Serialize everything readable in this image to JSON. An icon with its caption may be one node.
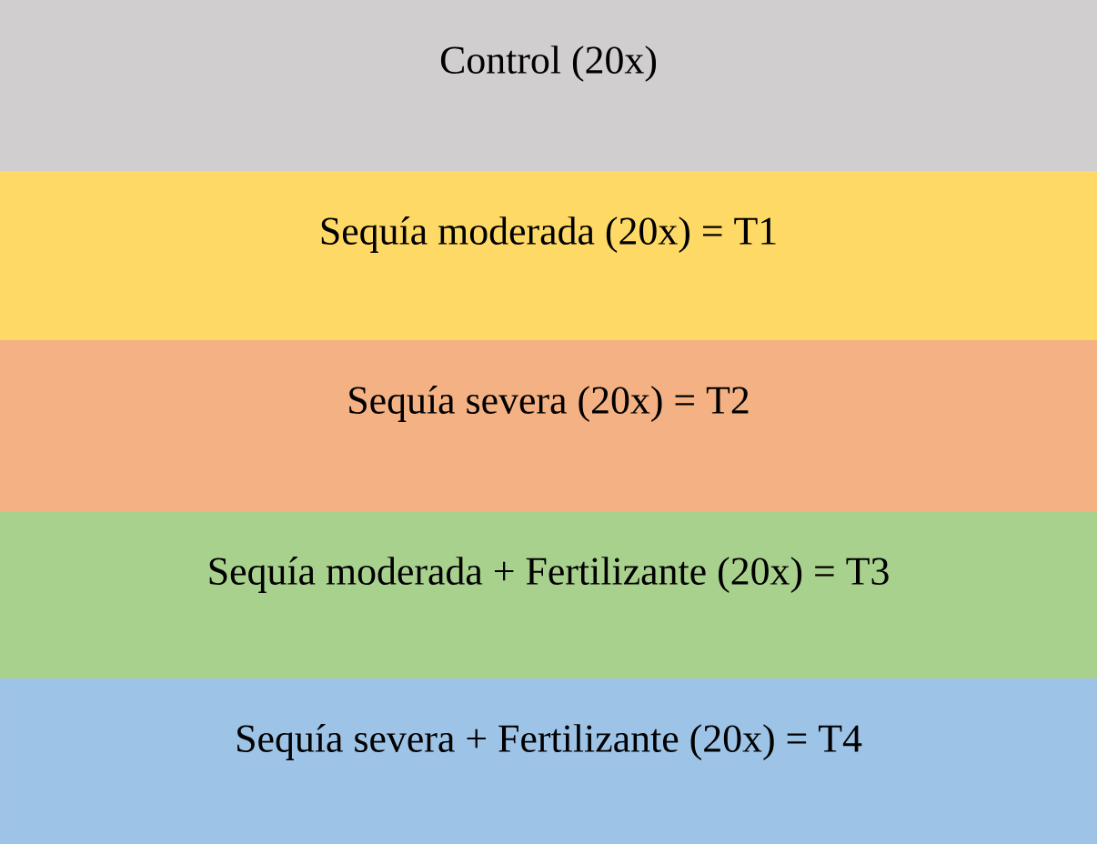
{
  "diagram": {
    "nodes": [
      {
        "text": [
          "Control (20x)"
        ]
      },
      {
        "text": [
          "Sequía moderada (20x) = T1"
        ]
      },
      {
        "text": [
          "Sequía severa (20x) = T2"
        ]
      },
      {
        "text": [
          "Sequía moderada + Fertilizante (20x) = T3"
        ]
      },
      {
        "text": [
          "Sequía severa + Fertilizante (20x) = T4"
        ]
      }
    ]
  }
}
